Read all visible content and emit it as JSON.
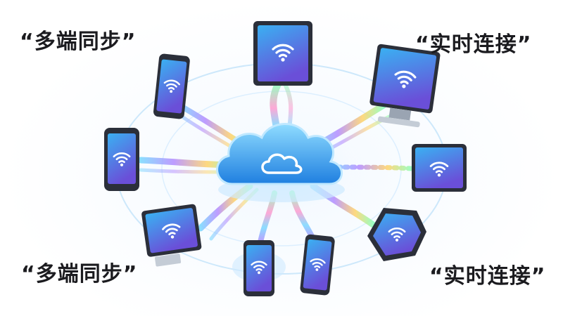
{
  "captions": {
    "top_left": "“多端同步”",
    "top_right": "“实时连接”",
    "bottom_left": "“多端同步”",
    "bottom_right": "“实时连接”"
  },
  "colors": {
    "screen_top": "#3aa8f0",
    "screen_bottom": "#6a4fd8",
    "cloud_light": "#7fd4ff",
    "cloud_dark": "#1f7fe0",
    "bezel": "#2b2f3a",
    "stream_colors": [
      "#7ad8ff",
      "#b48cff",
      "#ffd36a",
      "#8dffb8",
      "#ff9ad0"
    ]
  },
  "icons": [
    "cloud-icon",
    "wifi-icon"
  ]
}
